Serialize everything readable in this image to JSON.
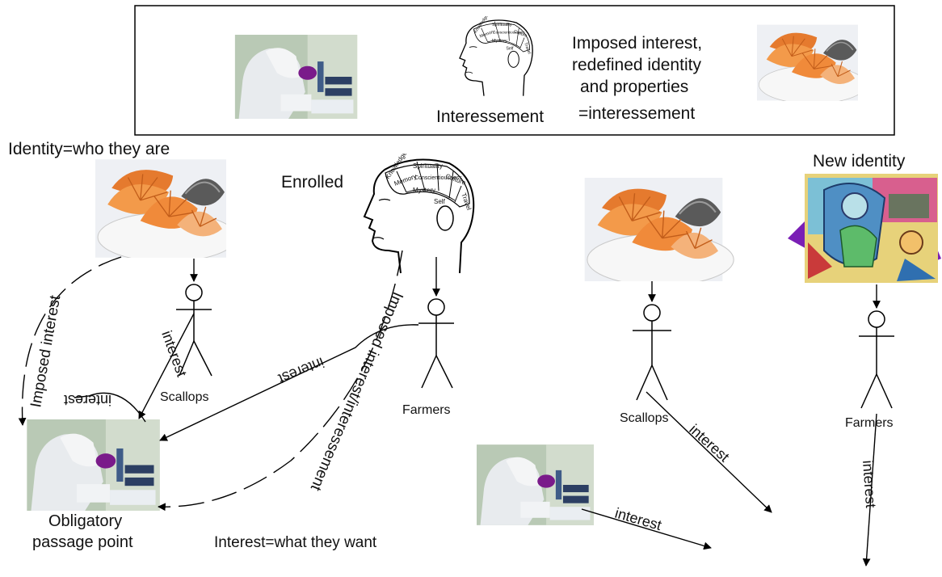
{
  "top_box": {
    "caption_lines": [
      "Imposed interest,",
      "redefined identity",
      "and properties"
    ],
    "caption_last": "=interessement",
    "head_label": "Interessement"
  },
  "labels": {
    "identity": "Identity=who they are",
    "enrolled": "Enrolled",
    "new_identity": "New identity",
    "scallops": "Scallops",
    "farmers": "Farmers",
    "opp_line1": "Obligatory",
    "opp_line2": "passage point",
    "interest_def": "Interest=what they want"
  },
  "edges": {
    "imposed_interest": "Imposed interest",
    "interest": "interest",
    "imposed_interessement": "Imposed interest/interessement"
  },
  "phrenology": [
    "Knowledge",
    "Spirituality",
    "Culture",
    "Memory",
    "Conscientiousness",
    "Mystery",
    "Travel",
    "Self"
  ],
  "colors": {
    "scallop_orange": "#f08a3a",
    "scallop_dark": "#6f6f6f",
    "lab_coat": "#dfe3e6"
  }
}
